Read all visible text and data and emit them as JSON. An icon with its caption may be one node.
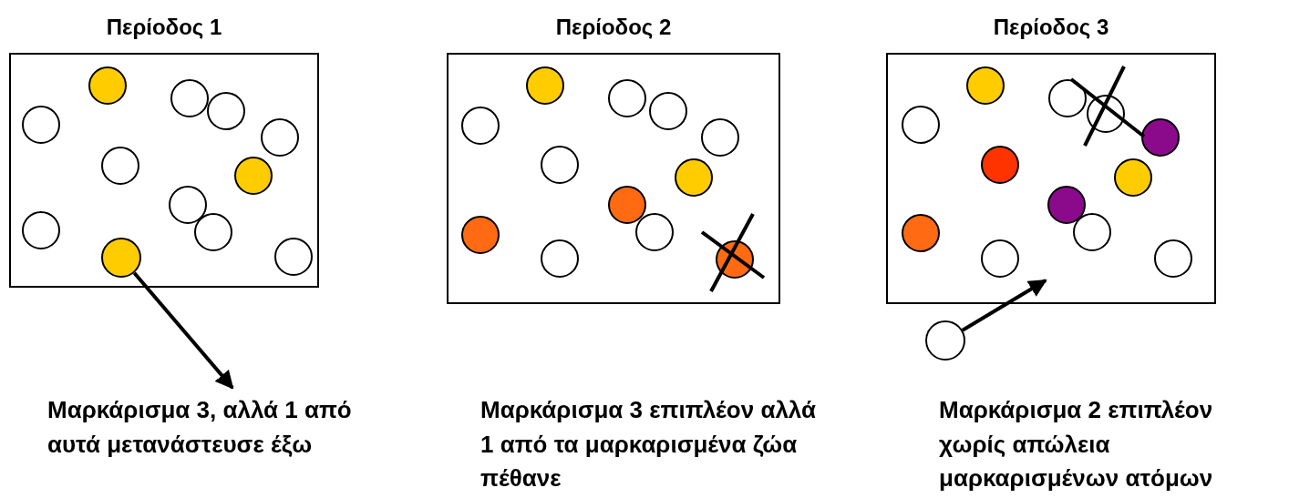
{
  "diagram": {
    "nodes": [
      {
        "text": [
          "Περίοδος 1"
        ]
      },
      {
        "text": [],
        "shape": "circle",
        "in": 0
      },
      {
        "text": [
          "Περίοδος 2"
        ]
      },
      {
        "text": [
          "Περίοδος 3"
        ]
      },
      {
        "text": [],
        "shape": "circle"
      },
      {
        "text": [
          "Μαρκάρισμα 3, αλλά 1 από αυτά μετανάστευσε έξω"
        ]
      }
    ],
    "edges": [
      {
        "from": 1,
        "to": 5,
        "arrow": "to"
      },
      {
        "from": 4,
        "to": 3,
        "arrow": "to"
      }
    ],
    "labels": [
      "Μαρκάρισμα 3 επιπλέον αλλά 1 από τα μαρκαρισμένα ζώα πέθανε",
      "Μαρκάρισμα 2 επιπλέον χωρίς απώλεια μαρκαρισμένων ατόμων"
    ]
  }
}
